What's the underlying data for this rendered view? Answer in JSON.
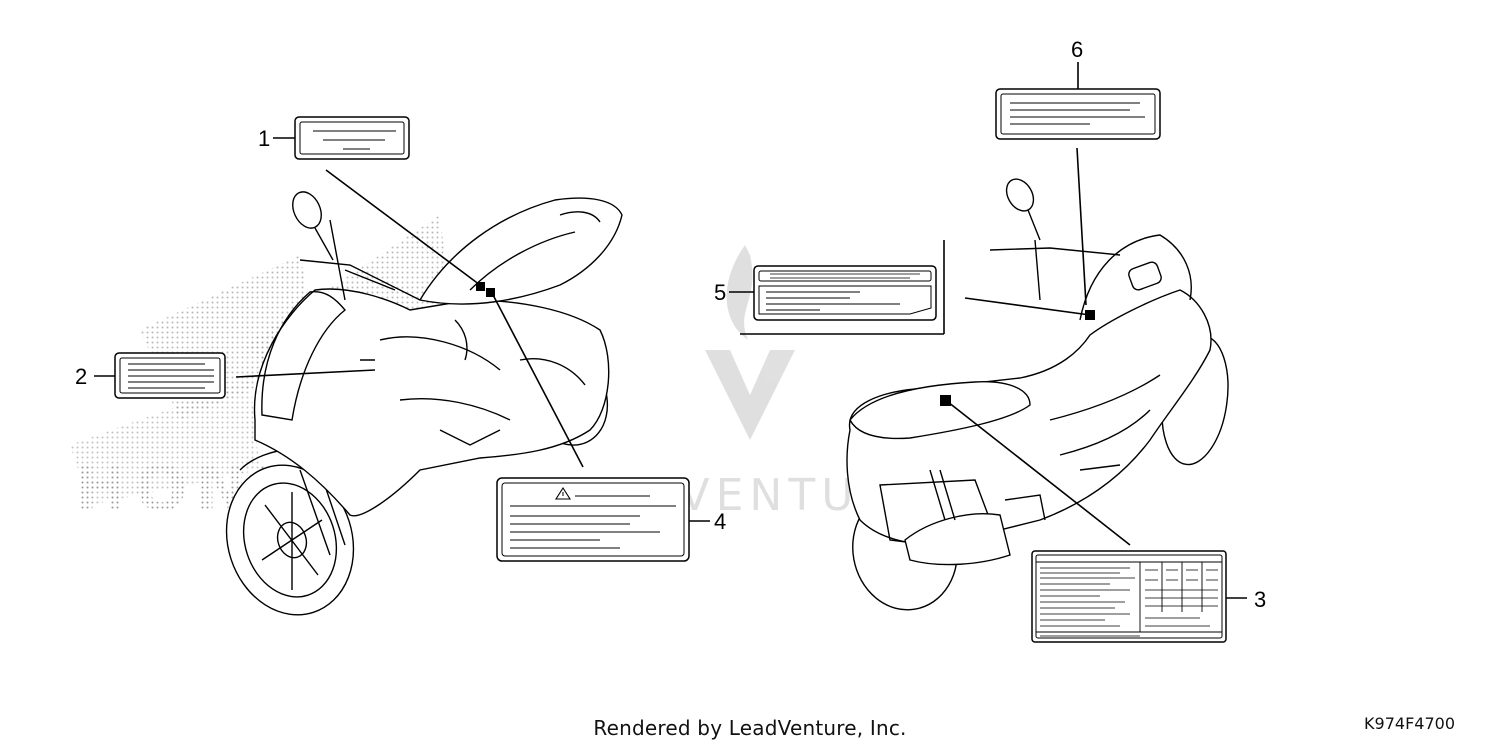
{
  "diagram": {
    "callouts": [
      {
        "id": "1",
        "label": "1"
      },
      {
        "id": "2",
        "label": "2"
      },
      {
        "id": "3",
        "label": "3"
      },
      {
        "id": "4",
        "label": "4"
      },
      {
        "id": "5",
        "label": "5"
      },
      {
        "id": "6",
        "label": "6"
      }
    ],
    "watermark_text": "LEADVENTURE",
    "brand_watermark": "HONDA"
  },
  "footer": {
    "credit": "Rendered by LeadVenture, Inc.",
    "diagram_code": "K974F4700"
  }
}
